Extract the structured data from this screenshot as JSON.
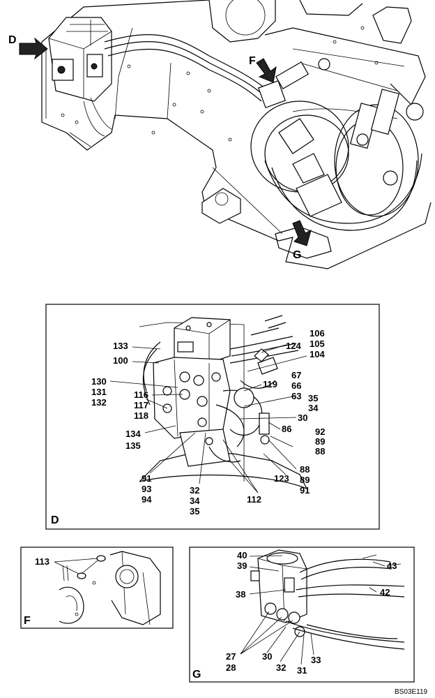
{
  "overview": {
    "view_labels": {
      "d": "D",
      "f": "F",
      "g": "G"
    }
  },
  "detail_d": {
    "frame_label": "D",
    "callouts": {
      "c133": "133",
      "c100": "100",
      "c130": "130",
      "c131": "131",
      "c132": "132",
      "c116": "116",
      "c117": "117",
      "c118": "118",
      "c134": "134",
      "c135": "135",
      "c91a": "91",
      "c93": "93",
      "c94": "94",
      "c32": "32",
      "c34a": "34",
      "c35a": "35",
      "c112": "112",
      "c106": "106",
      "c105": "105",
      "c104": "104",
      "c124": "124",
      "c67": "67",
      "c66": "66",
      "c63": "63",
      "c119": "119",
      "c35b": "35",
      "c34b": "34",
      "c30": "30",
      "c86": "86",
      "c92": "92",
      "c89a": "89",
      "c88a": "88",
      "c88b": "88",
      "c89b": "89",
      "c91b": "91",
      "c123": "123"
    }
  },
  "detail_f": {
    "frame_label": "F",
    "callouts": {
      "c113": "113"
    }
  },
  "detail_g": {
    "frame_label": "G",
    "callouts": {
      "c40": "40",
      "c39": "39",
      "c43": "43",
      "c38": "38",
      "c42": "42",
      "c27": "27",
      "c28": "28",
      "c30": "30",
      "c32": "32",
      "c31": "31",
      "c33": "33"
    }
  },
  "drawing_code": "BS03E119"
}
